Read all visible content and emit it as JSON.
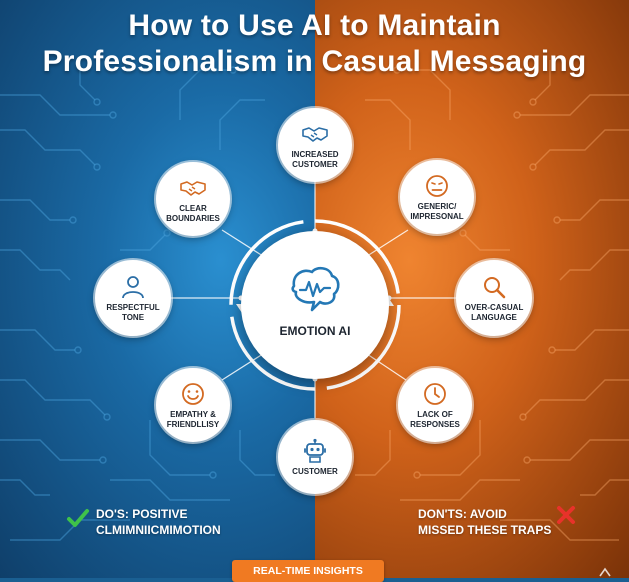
{
  "title": {
    "line1": "How to Use AI to Maintain",
    "line2": "Professionalism in Casual Messaging"
  },
  "hub": {
    "label": "EMOTION AI",
    "icon": "brain-chat-icon"
  },
  "nodes": [
    {
      "id": "increased-customer",
      "label": "INCREASED CUSTOMER",
      "icon": "handshake-icon"
    },
    {
      "id": "clear-boundaries",
      "label": "CLEAR BOUNDARIES",
      "icon": "handshake-icon"
    },
    {
      "id": "generic-impersonal",
      "label": "GENERIC/ IMPRESONAL",
      "icon": "neutral-face-icon"
    },
    {
      "id": "respectful-tone",
      "label": "RESPECTFUL TONE",
      "icon": "person-icon"
    },
    {
      "id": "over-casual-language",
      "label": "OVER-CASUAL LANGUAGE",
      "icon": "magnifier-icon"
    },
    {
      "id": "empathy-friendliness",
      "label": "EMPATHY & FRIENDLLISY",
      "icon": "smiley-icon"
    },
    {
      "id": "lack-of-responses",
      "label": "LACK OF RESPONSES",
      "icon": "clock-icon"
    },
    {
      "id": "customer",
      "label": "CUSTOMER",
      "icon": "robot-icon"
    }
  ],
  "footer": {
    "dos": {
      "line1": "DO'S: POSITIVE",
      "line2": "CLMIMNIICMIMOTION",
      "icon": "check-icon"
    },
    "donts": {
      "line1": "DON'TS: AVOID",
      "line2": "MISSED THESE TRAPS",
      "icon": "cross-icon"
    },
    "badge": "REAL-TIME INSIGHTS"
  },
  "colors": {
    "blue": "#1a6aa5",
    "orange": "#d0621a",
    "check": "#3fc24a",
    "cross": "#e8322a",
    "badge": "#f07a22"
  }
}
